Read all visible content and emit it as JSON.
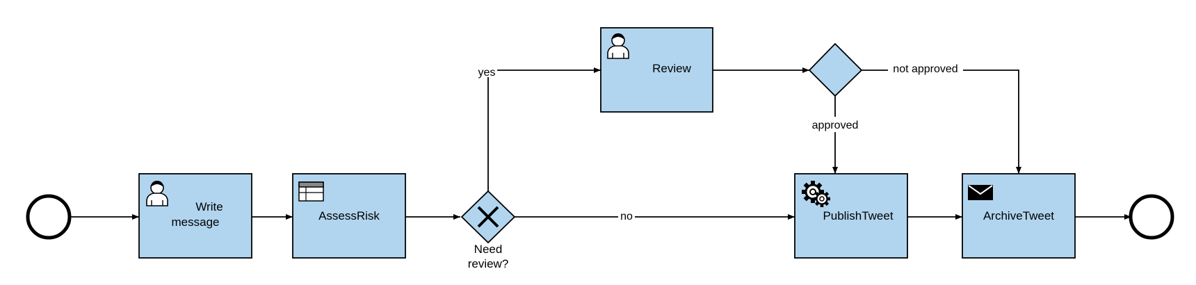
{
  "diagram": {
    "colors": {
      "task_fill": "#b1d5ef",
      "stroke": "#000000",
      "background": "#ffffff"
    },
    "events": {
      "start": {
        "type": "start-event"
      },
      "end": {
        "type": "end-event"
      }
    },
    "tasks": {
      "write_message": {
        "line1": "Write",
        "line2": "message",
        "icon": "user-icon"
      },
      "assess_risk": {
        "label": "AssessRisk",
        "icon": "table-icon"
      },
      "review": {
        "label": "Review",
        "icon": "user-icon"
      },
      "publish_tweet": {
        "label": "PublishTweet",
        "icon": "gear-icon"
      },
      "archive_tweet": {
        "label": "ArchiveTweet",
        "icon": "envelope-icon"
      }
    },
    "gateways": {
      "need_review": {
        "type": "exclusive",
        "line1": "Need",
        "line2": "review?",
        "icon": "x-icon"
      },
      "approval": {
        "type": "exclusive"
      }
    },
    "flow_labels": {
      "yes": "yes",
      "no": "no",
      "approved": "approved",
      "not_approved": "not approved"
    }
  }
}
